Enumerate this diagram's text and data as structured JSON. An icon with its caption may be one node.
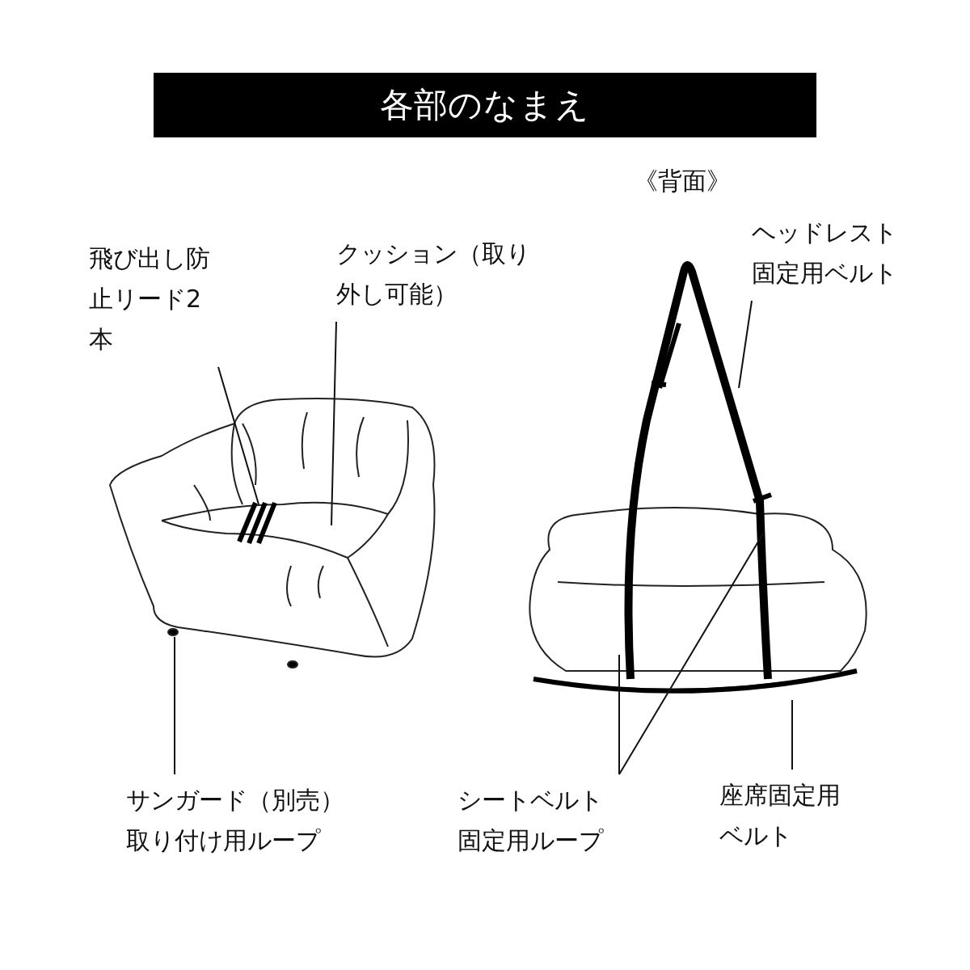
{
  "diagram": {
    "title": "各部のなまえ",
    "nodes": [
      {
        "text": [
          "飛び出し防止リード2本"
        ]
      },
      {
        "text": [
          "クッション（取り外し可能）"
        ]
      },
      {
        "text": [
          "ヘッドレスト固定用ベルト"
        ]
      },
      {
        "text": [
          "サンガード（別売）取り付け用ループ"
        ]
      },
      {
        "text": [
          "シートベルト固定用ループ"
        ]
      },
      {
        "text": [
          "座席固定用ベルト"
        ]
      }
    ],
    "edges": [
      {
        "from": 0,
        "to": null,
        "arrow": "none"
      },
      {
        "from": 1,
        "to": null,
        "arrow": "none"
      },
      {
        "from": 2,
        "to": null,
        "arrow": "none"
      },
      {
        "from": 3,
        "to": null,
        "arrow": "none"
      },
      {
        "from": 4,
        "to": null,
        "arrow": "none"
      },
      {
        "from": 4,
        "to": null,
        "arrow": "none"
      },
      {
        "from": 5,
        "to": null,
        "arrow": "none"
      }
    ],
    "labels": [
      "《背面》"
    ]
  }
}
